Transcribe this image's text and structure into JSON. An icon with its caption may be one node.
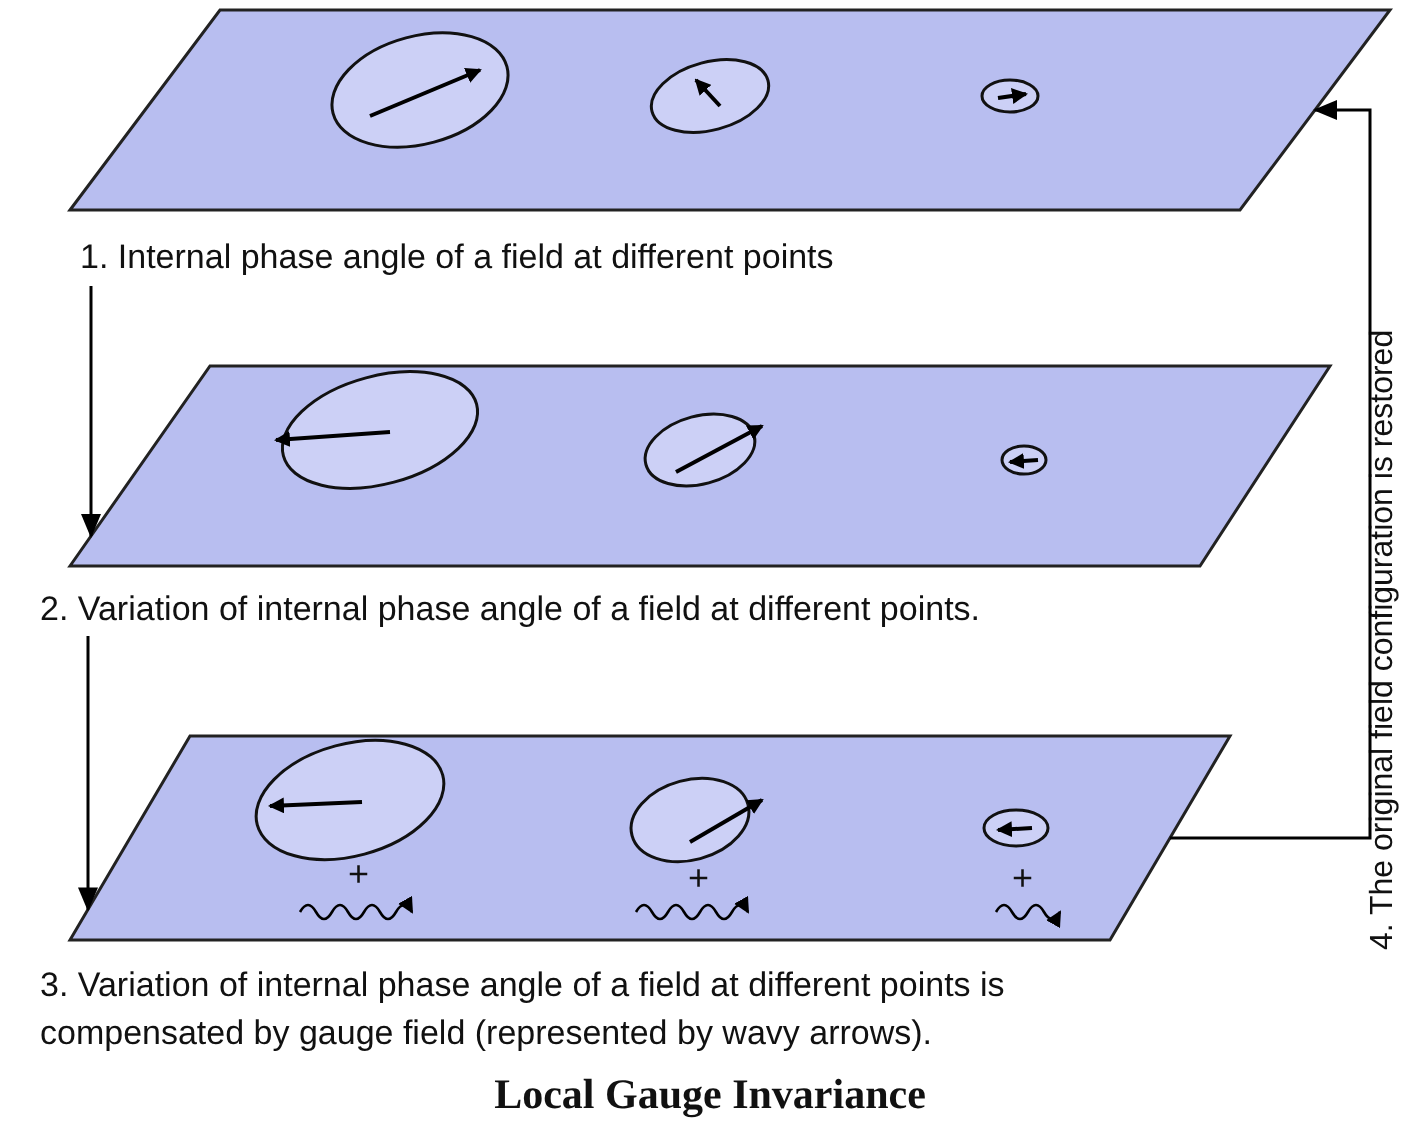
{
  "diagram": {
    "caption": "Local Gauge Invariance",
    "nodes": [
      {
        "text": [
          "1. Internal phase angle of a field at different points"
        ]
      },
      {
        "text": [
          "2. Variation of internal phase angle of a field at different points."
        ]
      },
      {
        "text": [
          "3. Variation of internal phase angle of a field at different points is compensated by gauge field (represented by wavy arrows)."
        ]
      }
    ],
    "edges": [
      {
        "from": 0,
        "to": 1,
        "arrow": "to"
      },
      {
        "from": 1,
        "to": 2,
        "arrow": "to"
      },
      {
        "from": 2,
        "to": 0,
        "arrow": "to",
        "label": "4. The original field configuration is restored"
      }
    ],
    "labels": [
      "+",
      "+",
      "+"
    ]
  }
}
